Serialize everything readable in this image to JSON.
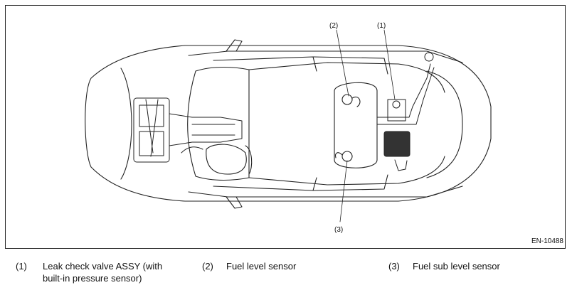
{
  "figure": {
    "id": "EN-10488",
    "callouts": [
      "(1)",
      "(2)",
      "(3)"
    ]
  },
  "legend": [
    {
      "num": "(1)",
      "lines": [
        "Leak check valve ASSY (with",
        "built-in pressure sensor)"
      ]
    },
    {
      "num": "(2)",
      "lines": [
        "Fuel level sensor"
      ]
    },
    {
      "num": "(3)",
      "lines": [
        "Fuel sub level sensor"
      ]
    }
  ]
}
